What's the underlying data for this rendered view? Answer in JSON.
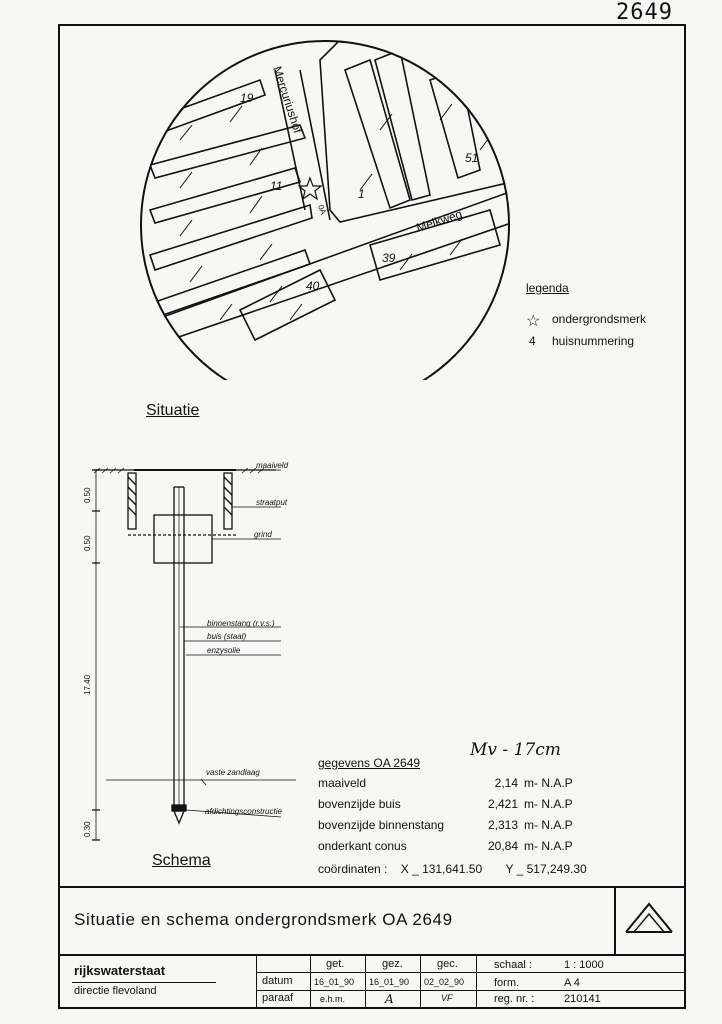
{
  "sheet_number": "2649",
  "map": {
    "street_labels": [
      "Mercuriushof",
      "Melkweg"
    ],
    "house_numbers": [
      "19",
      "11",
      "1",
      "51",
      "39",
      "40"
    ],
    "marker_label": "0A"
  },
  "legend": {
    "title": "legenda",
    "items": [
      {
        "icon": "star-icon",
        "label": "ondergrondsmerk"
      },
      {
        "symbol": "4",
        "label": "huisnummering"
      }
    ]
  },
  "situatie_title": "Situatie",
  "schema": {
    "title": "Schema",
    "labels": {
      "maaiveld": "maaiveld",
      "straatput": "straatput",
      "grind": "grind",
      "binnenstang": "binnenstang (r.v.s.)",
      "buis": "buis (staal)",
      "enzysolie": "enzysolie",
      "vaste_zandlaag": "vaste zandlaag",
      "afdichtingsconstructie": "afdichtingsconstructie"
    },
    "dimensions": [
      "0.50",
      "0.50",
      "17.40",
      "0.30"
    ]
  },
  "handwritten_note": "Mv - 17cm",
  "gegevens": {
    "header": "gegevens OA 2649",
    "rows": [
      {
        "label": "maaiveld",
        "value": "2,14",
        "unit": "m- N.A.P"
      },
      {
        "label": "bovenzijde buis",
        "value": "2,421",
        "unit": "m- N.A.P"
      },
      {
        "label": "bovenzijde binnenstang",
        "value": "2,313",
        "unit": "m- N.A.P"
      },
      {
        "label": "onderkant conus",
        "value": "20,84",
        "unit": "m- N.A.P"
      }
    ],
    "coordinates_label": "coördinaten :",
    "x": "X _ 131,641.50",
    "y": "Y _ 517,249.30"
  },
  "title_block": {
    "title": "Situatie en schema ondergrondsmerk OA 2649",
    "organization": "rijkswaterstaat",
    "division": "directie flevoland",
    "datum_label": "datum",
    "paraaf_label": "paraaf",
    "get_label": "get.",
    "gez_label": "gez.",
    "gec_label": "gec.",
    "get_date": "16_01_90",
    "gez_date": "16_01_90",
    "gec_date": "02_02_90",
    "get_paraaf": "e.h.m.",
    "gez_paraaf": "A",
    "gec_paraaf": "VF",
    "schaal_label": "schaal :",
    "schaal_value": "1 : 1000",
    "form_label": "form.",
    "form_value": "A 4",
    "regnr_label": "reg. nr. :",
    "regnr_value": "210141"
  }
}
